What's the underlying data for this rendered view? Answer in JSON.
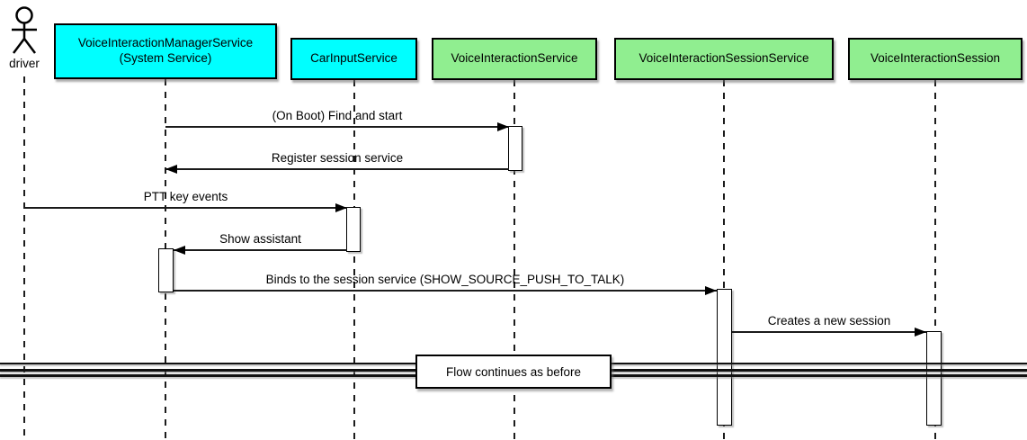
{
  "diagram": {
    "type": "uml-sequence",
    "actor": {
      "label": "driver"
    },
    "participants": [
      {
        "id": "voice-interaction-manager-service",
        "label": "VoiceInteractionManagerService\n(System Service)",
        "fill": "#00FFFF"
      },
      {
        "id": "car-input-service",
        "label": "CarInputService",
        "fill": "#00FFFF"
      },
      {
        "id": "voice-interaction-service",
        "label": "VoiceInteractionService",
        "fill": "#90EE90"
      },
      {
        "id": "voice-interaction-session-service",
        "label": "VoiceInteractionSessionService",
        "fill": "#90EE90"
      },
      {
        "id": "voice-interaction-session",
        "label": "VoiceInteractionSession",
        "fill": "#90EE90"
      }
    ],
    "messages": [
      {
        "label": "(On Boot) Find and start",
        "from": "voice-interaction-manager-service",
        "to": "voice-interaction-service",
        "direction": "right"
      },
      {
        "label": "Register session service",
        "from": "voice-interaction-service",
        "to": "voice-interaction-manager-service",
        "direction": "left"
      },
      {
        "label": "PTT key events",
        "from": "driver",
        "to": "car-input-service",
        "direction": "right"
      },
      {
        "label": "Show assistant",
        "from": "car-input-service",
        "to": "voice-interaction-manager-service",
        "direction": "left"
      },
      {
        "label": "Binds to the session service (SHOW_SOURCE_PUSH_TO_TALK)",
        "from": "voice-interaction-manager-service",
        "to": "voice-interaction-session-service",
        "direction": "right"
      },
      {
        "label": "Creates a new session",
        "from": "voice-interaction-session-service",
        "to": "voice-interaction-session",
        "direction": "right"
      }
    ],
    "divider": {
      "label": "Flow continues as before"
    },
    "colors": {
      "system_service_fill": "#00FFFF",
      "voice_component_fill": "#90EE90",
      "line": "#000000",
      "background": "#FFFFFF"
    }
  }
}
